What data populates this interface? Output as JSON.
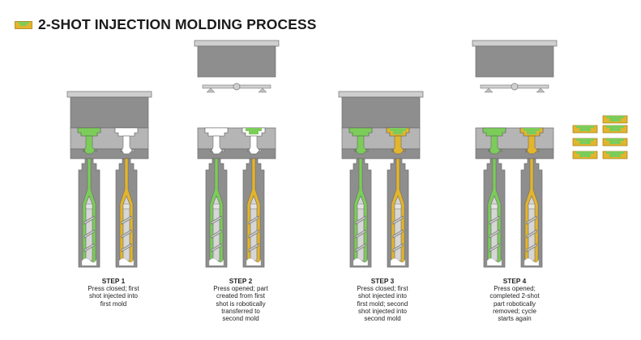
{
  "title": {
    "text": "2-SHOT INJECTION MOLDING PROCESS",
    "icon": "molded-part-icon"
  },
  "colors": {
    "first_shot": "#7ccc5a",
    "second_shot": "#e3b52c",
    "mold_dark": "#8e8e8e",
    "mold_light": "#b5b5b5",
    "platen": "#cfcfcf",
    "outline": "#6e6e6e"
  },
  "steps": [
    {
      "label": "STEP 1",
      "lines": [
        "Press closed; first",
        "shot injected into",
        "first mold"
      ],
      "state": "closed",
      "first_cavity": "filled",
      "second_cavity": "empty"
    },
    {
      "label": "STEP 2",
      "lines": [
        "Press opened; part",
        "created from first",
        "shot is robotically",
        "transferred to",
        "second mold"
      ],
      "state": "open",
      "first_cavity": "empty",
      "second_cavity": "first-shot-part"
    },
    {
      "label": "STEP 3",
      "lines": [
        "Press closed; first",
        "shot injected into",
        "first mold; second",
        "shot injected into",
        "second mold"
      ],
      "state": "closed",
      "first_cavity": "filled",
      "second_cavity": "two-shot"
    },
    {
      "label": "STEP 4",
      "lines": [
        "Press opened;",
        "completed 2-shot",
        "part robotically",
        "removed; cycle",
        "starts again"
      ],
      "state": "open",
      "first_cavity": "filled",
      "second_cavity": "two-shot"
    }
  ],
  "finished_parts": {
    "count": 7,
    "description": "completed 2-shot parts"
  }
}
